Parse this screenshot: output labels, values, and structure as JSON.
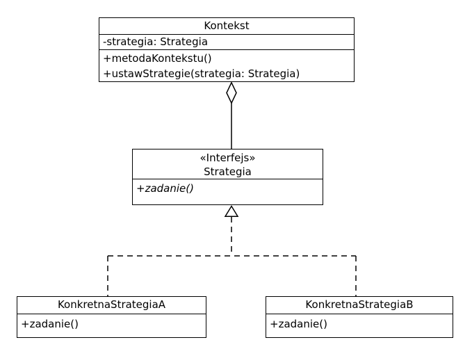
{
  "colors": {
    "line": "#000000",
    "background": "#ffffff",
    "box_fill": "#ffffff"
  },
  "classes": {
    "kontekst": {
      "name": "Kontekst",
      "attributes": [
        "-strategia: Strategia"
      ],
      "methods": [
        "+metodaKontekstu()",
        "+ustawStrategie(strategia: Strategia)"
      ]
    },
    "strategia": {
      "stereotype": "«Interfejs»",
      "name": "Strategia",
      "methods": [
        "+zadanie()"
      ]
    },
    "konkretna_strategia_a": {
      "name": "KonkretnaStrategiaA",
      "methods": [
        "+zadanie()"
      ]
    },
    "konkretna_strategia_b": {
      "name": "KonkretnaStrategiaB",
      "methods": [
        "+zadanie()"
      ]
    }
  },
  "icons": {
    "aggregation_diamond": "hollow-diamond",
    "realization_triangle": "hollow-triangle"
  }
}
